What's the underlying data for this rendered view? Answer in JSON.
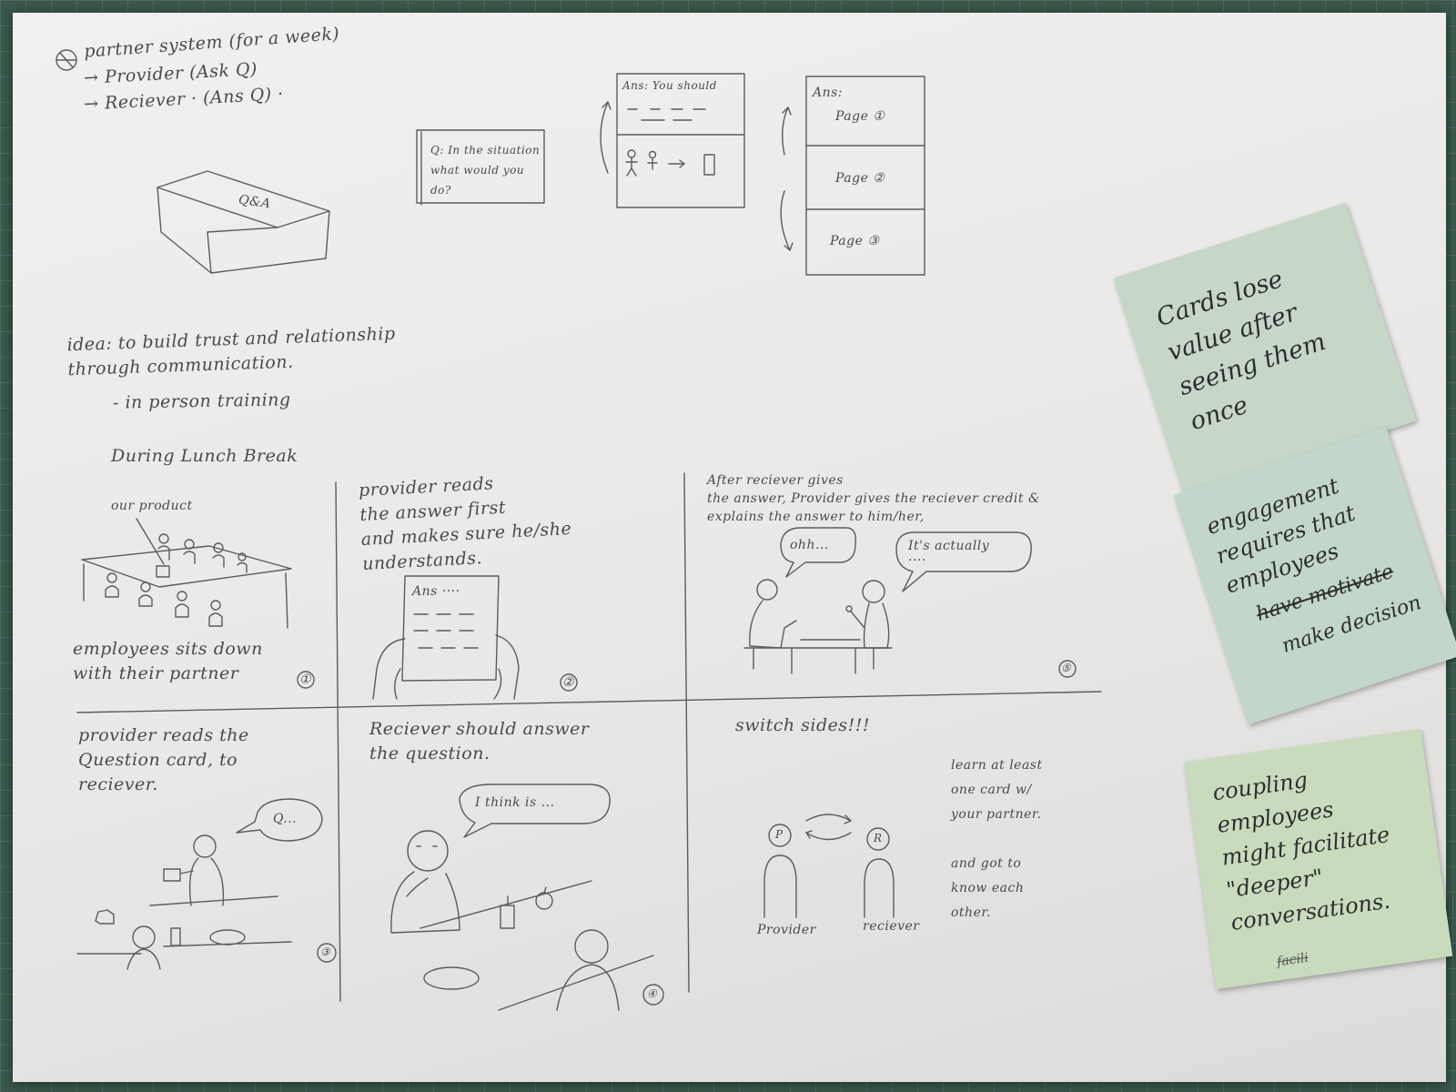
{
  "top": {
    "title": "partner system (for a week)",
    "provider": "→ Provider (Ask Q)",
    "receiver": "→ Reciever · (Ans Q) ·",
    "box_label": "Q&A",
    "question_card": "Q: In the situation\nwhat would you\ndo?",
    "answer_card": "Ans: You should",
    "answer_pages": {
      "header": "Ans:",
      "pages": [
        "Page ①",
        "Page ②",
        "Page ③"
      ]
    },
    "idea": "idea: to build trust and relationship\n       through communication.",
    "idea_sub": "- in person training"
  },
  "panels": [
    {
      "num": "①",
      "heading": "During Lunch Break",
      "label": "our product",
      "caption": "employees sits down\nwith their partner"
    },
    {
      "num": "②",
      "caption": "provider reads\n  the answer first\n  and makes sure he/she\nunderstands.",
      "sheet": "Ans ····"
    },
    {
      "num": "⑤",
      "caption": "After reciever gives\n  the answer, Provider gives the reciever credit &\nexplains the answer to him/her,",
      "bubble_left": "ohh...",
      "bubble_right": "It's actually\n····"
    },
    {
      "num": "③",
      "caption": "provider reads the\n  Question card, to\n  reciever.",
      "bubble": "Q..."
    },
    {
      "num": "④",
      "caption": "Reciever should answer\n  the question.",
      "bubble": "I think is ..."
    },
    {
      "heading": "switch sides!!!",
      "caption": "learn at least\none card w/\nyour partner.\n\nand got to\nknow each\nother.",
      "p": "P",
      "r": "R",
      "label_provider": "Provider",
      "label_receiver": "reciever"
    }
  ],
  "notes": [
    {
      "text": "Cards lose\nvalue after\nseeing them\nonce",
      "color": "#c6d7c8"
    },
    {
      "text": "engagement\nrequires that\nemployees",
      "struck": "have motivate",
      "extra": "make decision",
      "color": "#c2d6c9"
    },
    {
      "text": "coupling\nemployees\nmight facilitate\n\"deeper\"\nconversations.",
      "struck": "facili",
      "color": "#c8dbbd"
    }
  ]
}
